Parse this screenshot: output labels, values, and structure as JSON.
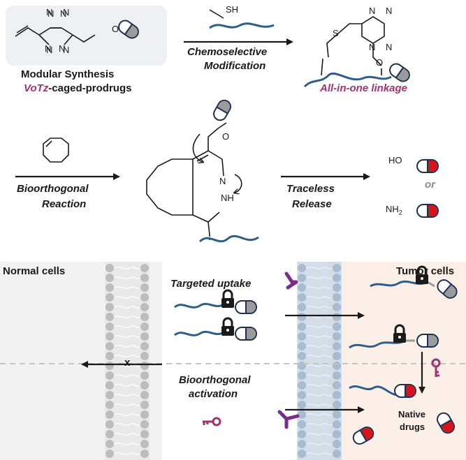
{
  "panel_top": {
    "starting_block_label_1": "Modular Synthesis",
    "starting_block_label_2a": "VoTz",
    "starting_block_label_2b": "-caged-prodrugs",
    "thiol_label": "SH",
    "arrow1_label": "Chemoselective",
    "arrow1_label_2": "Modification",
    "product_label": "All-in-one linkage",
    "atoms": {
      "N": "N",
      "O": "O",
      "S": "S",
      "NH": "NH",
      "HO": "HO",
      "NH2": "NH"
    }
  },
  "panel_middle": {
    "arrow2_label_1": "Bioorthogonal",
    "arrow2_label_2": "Reaction",
    "arrow3_label_1": "Traceless",
    "arrow3_label_2": "Release",
    "or_label": "or",
    "nh2_subscript": "2"
  },
  "panel_bottom": {
    "normal_cells_label": "Normal cells",
    "tumor_cells_label": "Tumor cells",
    "targeted_uptake_label": "Targeted uptake",
    "activation_label_1": "Bioorthogonal",
    "activation_label_2": "activation",
    "native_drugs_label_1": "Native",
    "native_drugs_label_2": "drugs",
    "block_mark": "x"
  },
  "colors": {
    "polymer": "#2f5d8a",
    "capsule_gray": "#9b9b9b",
    "drug_red": "#d6141c",
    "magenta": "#a3336e",
    "normal_bg": "#f2f2f2",
    "tumor_bg": "#fbefe8",
    "membrane_gray": "#c8c8c8",
    "membrane_blue": "#b6c6d8"
  }
}
